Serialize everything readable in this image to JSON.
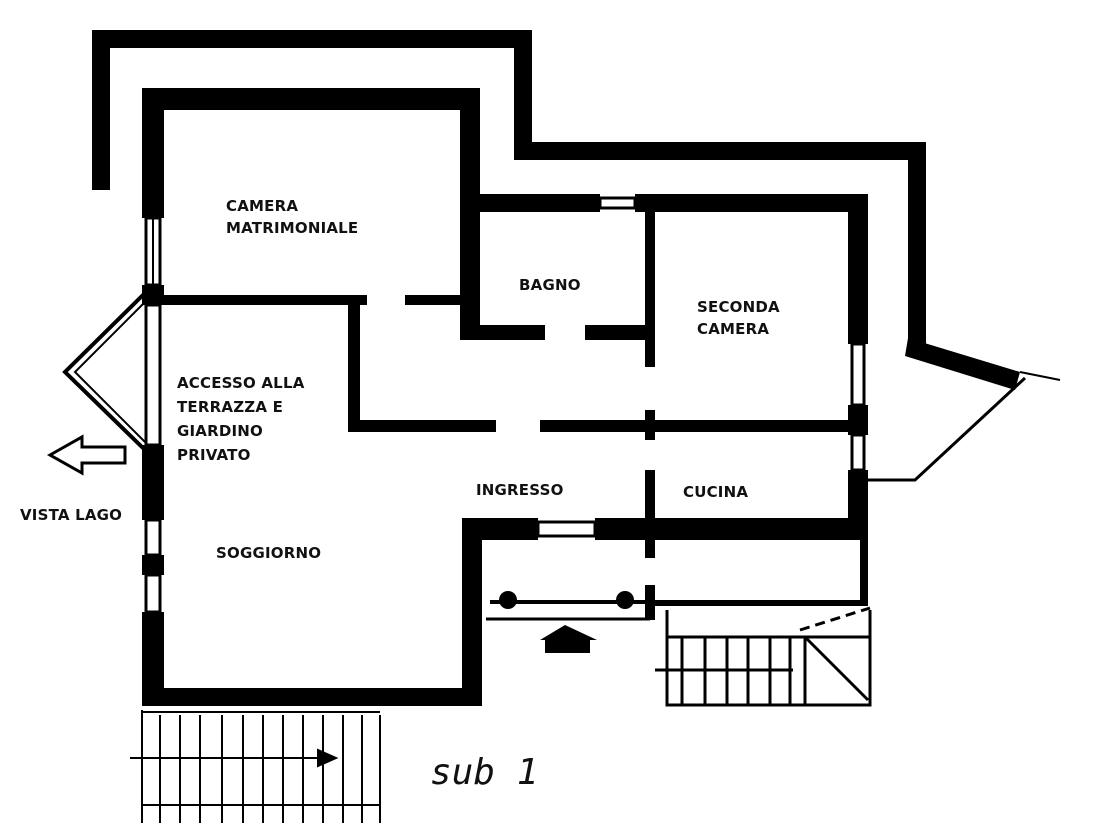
{
  "plan": {
    "rooms": {
      "camera_matrimoniale": [
        "CAMERA",
        "MATRIMONIALE"
      ],
      "bagno": "BAGNO",
      "seconda_camera": [
        "SECONDA",
        "CAMERA"
      ],
      "accesso": [
        "ACCESSO ALLA",
        "TERRAZZA E",
        "GIARDINO",
        "PRIVATO"
      ],
      "ingresso": "INGRESSO",
      "cucina": "CUCINA",
      "soggiorno": "SOGGIORNO"
    },
    "vista": "VISTA LAGO",
    "sheet_label": "sub 1",
    "colors": {
      "wall": "#000000",
      "background": "#ffffff"
    }
  }
}
